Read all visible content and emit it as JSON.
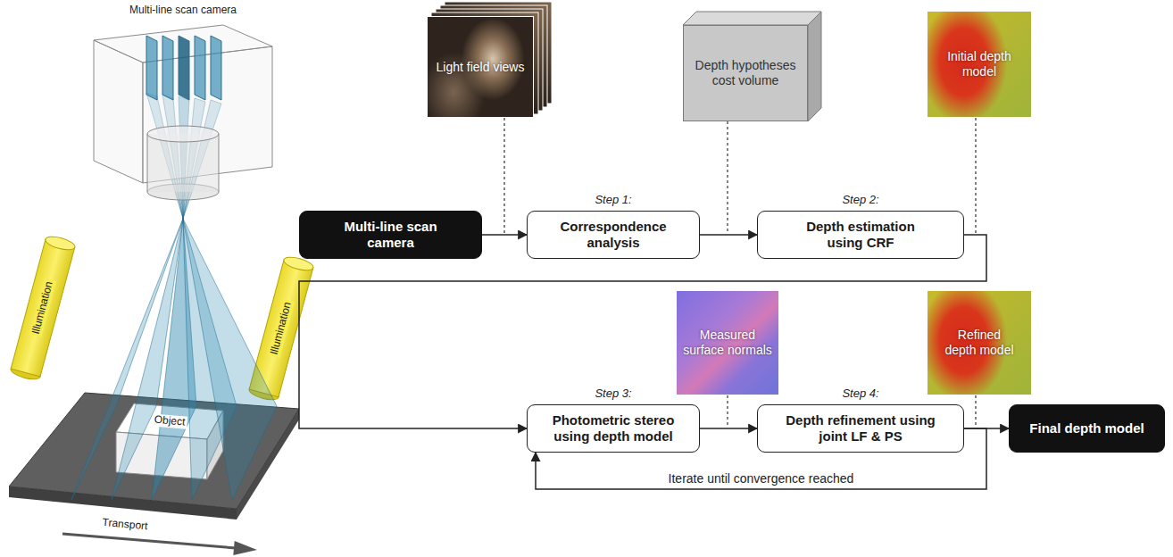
{
  "diagram": {
    "nodes": [
      {
        "text": [
          "Light field views"
        ]
      },
      {
        "text": [
          "Depth hypotheses cost volume"
        ]
      },
      {
        "text": [
          "Initial depth model"
        ]
      },
      {
        "text": [
          "Multi-line scan camera"
        ]
      },
      {
        "text": [
          "Step 1:",
          "Correspondence analysis"
        ]
      },
      {
        "text": [
          "Step 2:",
          "Depth estimation using CRF"
        ]
      },
      {
        "text": [
          "Measured surface normals"
        ]
      },
      {
        "text": [
          "Refined depth model"
        ]
      },
      {
        "text": [
          "Step 3:",
          "Photometric stereo using depth model"
        ]
      },
      {
        "text": [
          "Step 4:",
          "Depth refinement using joint LF & PS"
        ]
      },
      {
        "text": [
          "Final depth model"
        ]
      }
    ],
    "edges": [
      {
        "from": 3,
        "to": 4,
        "arrow": "to"
      },
      {
        "from": 4,
        "to": 5,
        "arrow": "to"
      },
      {
        "from": 5,
        "to": 8,
        "arrow": "to"
      },
      {
        "from": 8,
        "to": 9,
        "arrow": "to"
      },
      {
        "from": 9,
        "to": 10,
        "arrow": "to"
      },
      {
        "from": 9,
        "to": 8,
        "arrow": "to",
        "label": "Iterate until convergence reached"
      }
    ],
    "labels": [
      "Multi-line scan camera",
      "Illumination",
      "Illumination",
      "Object",
      "Transport"
    ]
  }
}
